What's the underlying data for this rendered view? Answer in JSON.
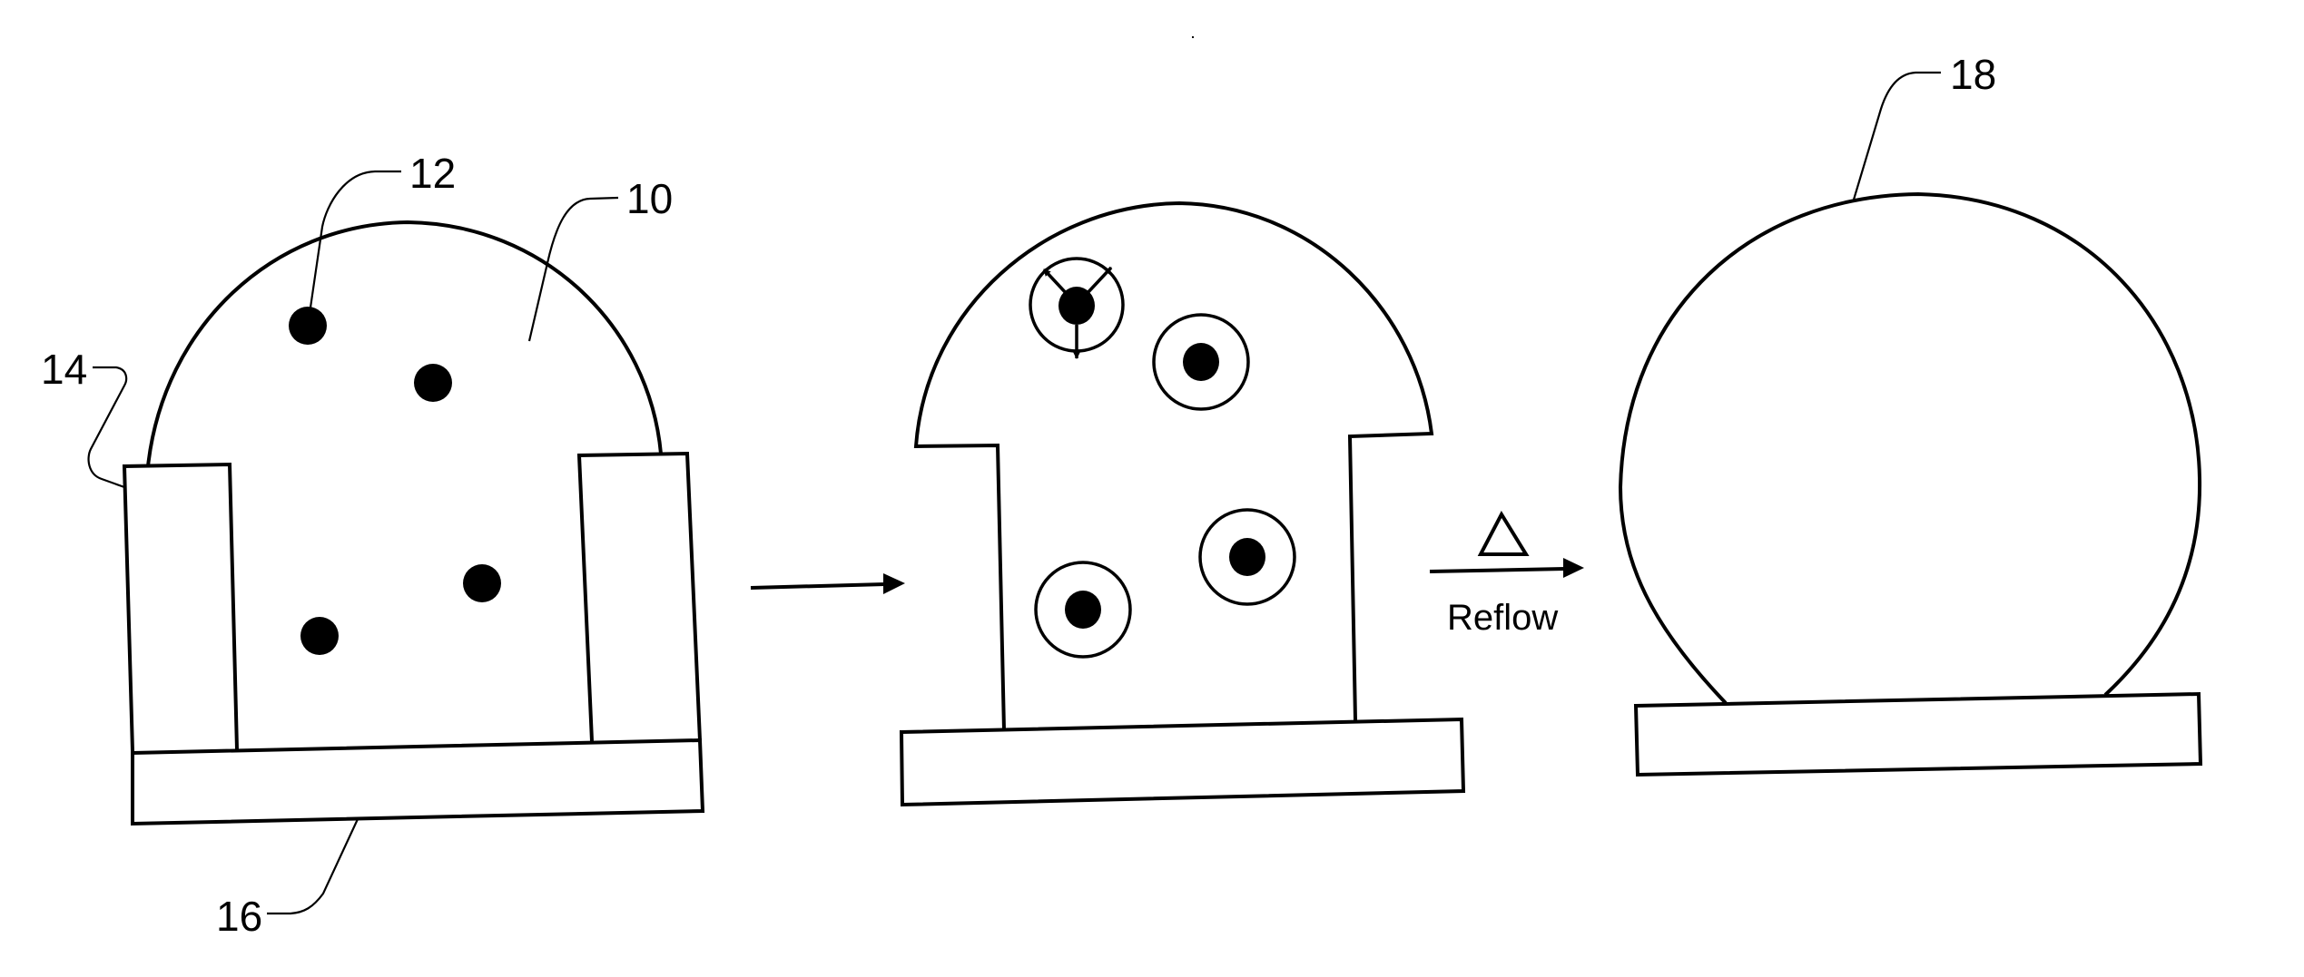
{
  "figure": {
    "type": "patent-drawing",
    "stages": [
      {
        "name": "initial-solder-bump",
        "labels": {
          "solder_paste": "10",
          "particles": "12",
          "mask_wall": "14",
          "substrate": "16"
        },
        "particle_count": 4
      },
      {
        "name": "heated-particles-expanding",
        "particle_count": 4,
        "expanding_particle_arrows": 3
      },
      {
        "name": "reflowed-solder-ball",
        "labels": {
          "solder_ball": "18"
        }
      }
    ],
    "transitions": {
      "first_arrow": "",
      "second_arrow_symbol": "Δ",
      "second_arrow_caption": "Reflow"
    }
  }
}
